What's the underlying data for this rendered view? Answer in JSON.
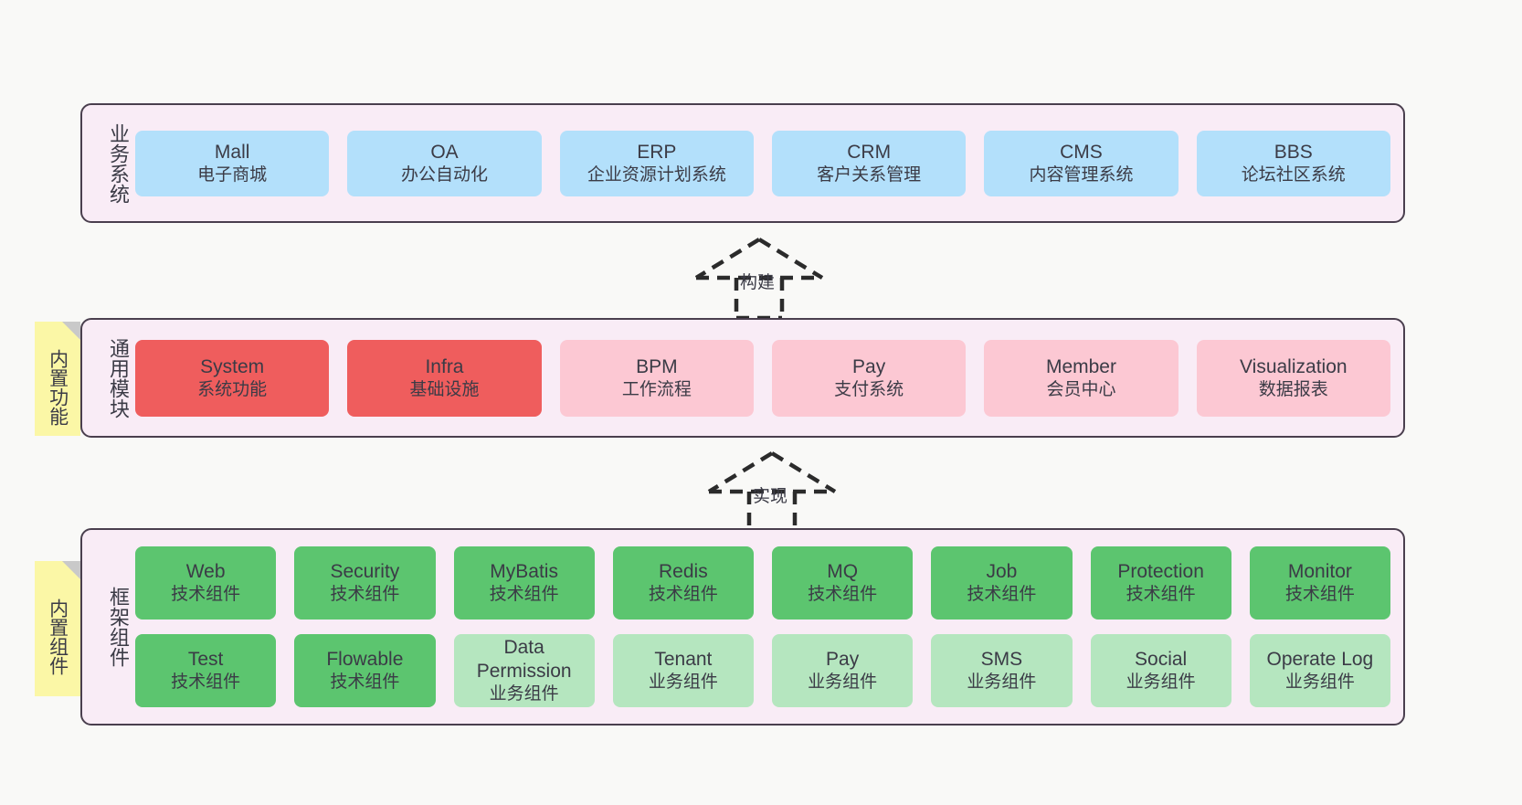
{
  "diagram": {
    "background": "#f9f9f7",
    "container_fill": "#f9ecf6",
    "container_border": "#4a3f4e"
  },
  "layers": [
    {
      "id": "business-system",
      "label": "业务系统",
      "color": "#b3e0fb",
      "rows": [
        [
          {
            "en": "Mall",
            "cn": "电子商城",
            "color": "#b3e0fb"
          },
          {
            "en": "OA",
            "cn": "办公自动化",
            "color": "#b3e0fb"
          },
          {
            "en": "ERP",
            "cn": "企业资源计划系统",
            "color": "#b3e0fb"
          },
          {
            "en": "CRM",
            "cn": "客户关系管理",
            "color": "#b3e0fb"
          },
          {
            "en": "CMS",
            "cn": "内容管理系统",
            "color": "#b3e0fb"
          },
          {
            "en": "BBS",
            "cn": "论坛社区系统",
            "color": "#b3e0fb"
          }
        ]
      ]
    },
    {
      "id": "common-module",
      "label": "通用模块",
      "color": "#fcc8d3",
      "rows": [
        [
          {
            "en": "System",
            "cn": "系统功能",
            "color": "#ef5d5d"
          },
          {
            "en": "Infra",
            "cn": "基础设施",
            "color": "#ef5d5d"
          },
          {
            "en": "BPM",
            "cn": "工作流程",
            "color": "#fcc8d3"
          },
          {
            "en": "Pay",
            "cn": "支付系统",
            "color": "#fcc8d3"
          },
          {
            "en": "Member",
            "cn": "会员中心",
            "color": "#fcc8d3"
          },
          {
            "en": "Visualization",
            "cn": "数据报表",
            "color": "#fcc8d3"
          }
        ]
      ]
    },
    {
      "id": "framework-component",
      "label": "框架组件",
      "color": "#5cc56f",
      "rows": [
        [
          {
            "en": "Web",
            "cn": "技术组件",
            "color": "#5cc56f"
          },
          {
            "en": "Security",
            "cn": "技术组件",
            "color": "#5cc56f"
          },
          {
            "en": "MyBatis",
            "cn": "技术组件",
            "color": "#5cc56f"
          },
          {
            "en": "Redis",
            "cn": "技术组件",
            "color": "#5cc56f"
          },
          {
            "en": "MQ",
            "cn": "技术组件",
            "color": "#5cc56f"
          },
          {
            "en": "Job",
            "cn": "技术组件",
            "color": "#5cc56f"
          },
          {
            "en": "Protection",
            "cn": "技术组件",
            "color": "#5cc56f"
          },
          {
            "en": "Monitor",
            "cn": "技术组件",
            "color": "#5cc56f"
          }
        ],
        [
          {
            "en": "Test",
            "cn": "技术组件",
            "color": "#5cc56f"
          },
          {
            "en": "Flowable",
            "cn": "技术组件",
            "color": "#5cc56f"
          },
          {
            "en": "Data Permission",
            "cn": "业务组件",
            "color": "#b5e6bf"
          },
          {
            "en": "Tenant",
            "cn": "业务组件",
            "color": "#b5e6bf"
          },
          {
            "en": "Pay",
            "cn": "业务组件",
            "color": "#b5e6bf"
          },
          {
            "en": "SMS",
            "cn": "业务组件",
            "color": "#b5e6bf"
          },
          {
            "en": "Social",
            "cn": "业务组件",
            "color": "#b5e6bf"
          },
          {
            "en": "Operate Log",
            "cn": "业务组件",
            "color": "#b5e6bf"
          }
        ]
      ]
    }
  ],
  "sticky_notes": [
    {
      "id": "builtin-function",
      "label": "内置功能",
      "color": "#fbf7a6"
    },
    {
      "id": "builtin-component",
      "label": "内置组件",
      "color": "#fbf7a6"
    }
  ],
  "connectors": [
    {
      "id": "build",
      "label": "构建",
      "style": "dashed-generalization-up"
    },
    {
      "id": "implement",
      "label": "实现",
      "style": "dashed-generalization-up"
    }
  ]
}
